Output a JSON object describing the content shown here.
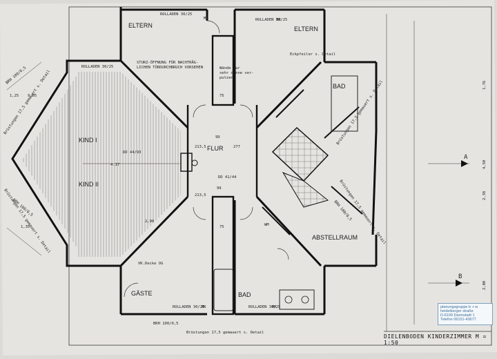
{
  "sheet": {
    "title": "DIELENBODEN   KINDERZIMMER   M = 1:50"
  },
  "stamp": {
    "line1": "planungsgruppe b + w",
    "line2": "heidelberger straße",
    "line3": "D-6100 Darmstadt 1",
    "line4": "Telefon 06151-43677"
  },
  "rooms": {
    "eltern_left": "ELTERN",
    "eltern_right": "ELTERN",
    "bad_top": "BAD",
    "bad_bottom": "BAD",
    "kind1": "KIND I",
    "kind2": "KIND II",
    "flur": "FLUR",
    "abstellraum": "ABSTELLRAUM",
    "gaste": "GÄSTE"
  },
  "notes": {
    "sturz": "STURZ-ÖFFNUNG FÜR NACHTRÄG-",
    "sturz2": "LICHEN TÜRDURCHBRUCH VORSEHEN",
    "waende": "Wände nur",
    "waende2": "sehr dünne ver-",
    "waende3": "putzen",
    "eckpfeiler": "Eckpfeiler s. Detail",
    "vk_decke": "VK.Decke OG",
    "brustungen_bottom": "Brüstungen 17,5 gemauert s. Detail",
    "brustungen_left1": "Brüstungen 17,5 gemauert s. Detail",
    "brustungen_left2": "Brüstungen 17,5 gemauert s. Detail",
    "brustungen_right1": "Brüstungen 17,5 gemauert s. Detail",
    "brustungen_right2": "Brüstungen 17,5 gemauert s. Detail",
    "rolladen_top1": "ROLLADEN 30/25",
    "rolladen_top2": "ROLLADEN 30/25",
    "rolladen_bottom1": "ROLLADEN 30/25",
    "rolladen_bottom2": "ROLLADEN 30/25",
    "rolladen_left": "ROLLADEN 30/25",
    "mk1": "MK",
    "mk2": "MK",
    "mk3": "MK",
    "mk4": "MK",
    "wm": "WM"
  },
  "dims": {
    "brh1": "BRH 100/0,5",
    "brh2": "BRH 100/0,5",
    "brh3": "BRH 100/0,5",
    "brh4": "BRH 100/0,5",
    "dd1": "DD 44/93",
    "dd2": "DD 41/44",
    "d1": "99",
    "d2": "99",
    "d3": "213,5",
    "d4": "213,5",
    "d5": "277",
    "d6": "75",
    "d7": "75",
    "d8": "4.17",
    "d9": "9,05",
    "d10": "2,90",
    "d11": "1,76",
    "d12": "2,38",
    "d13": "2,00",
    "d14": "4,50",
    "d15": "1,25",
    "d16": "1,35"
  },
  "markers": {
    "section_a": "A",
    "section_b": "B"
  }
}
